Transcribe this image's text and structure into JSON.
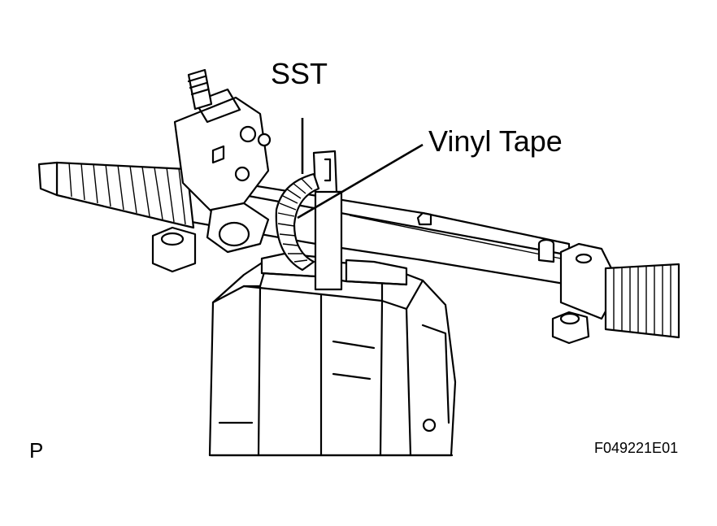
{
  "figure": {
    "labels": {
      "sst": "SST",
      "vinyl_tape": "Vinyl Tape",
      "view_code": "P",
      "figure_id": "F049221E01"
    }
  }
}
